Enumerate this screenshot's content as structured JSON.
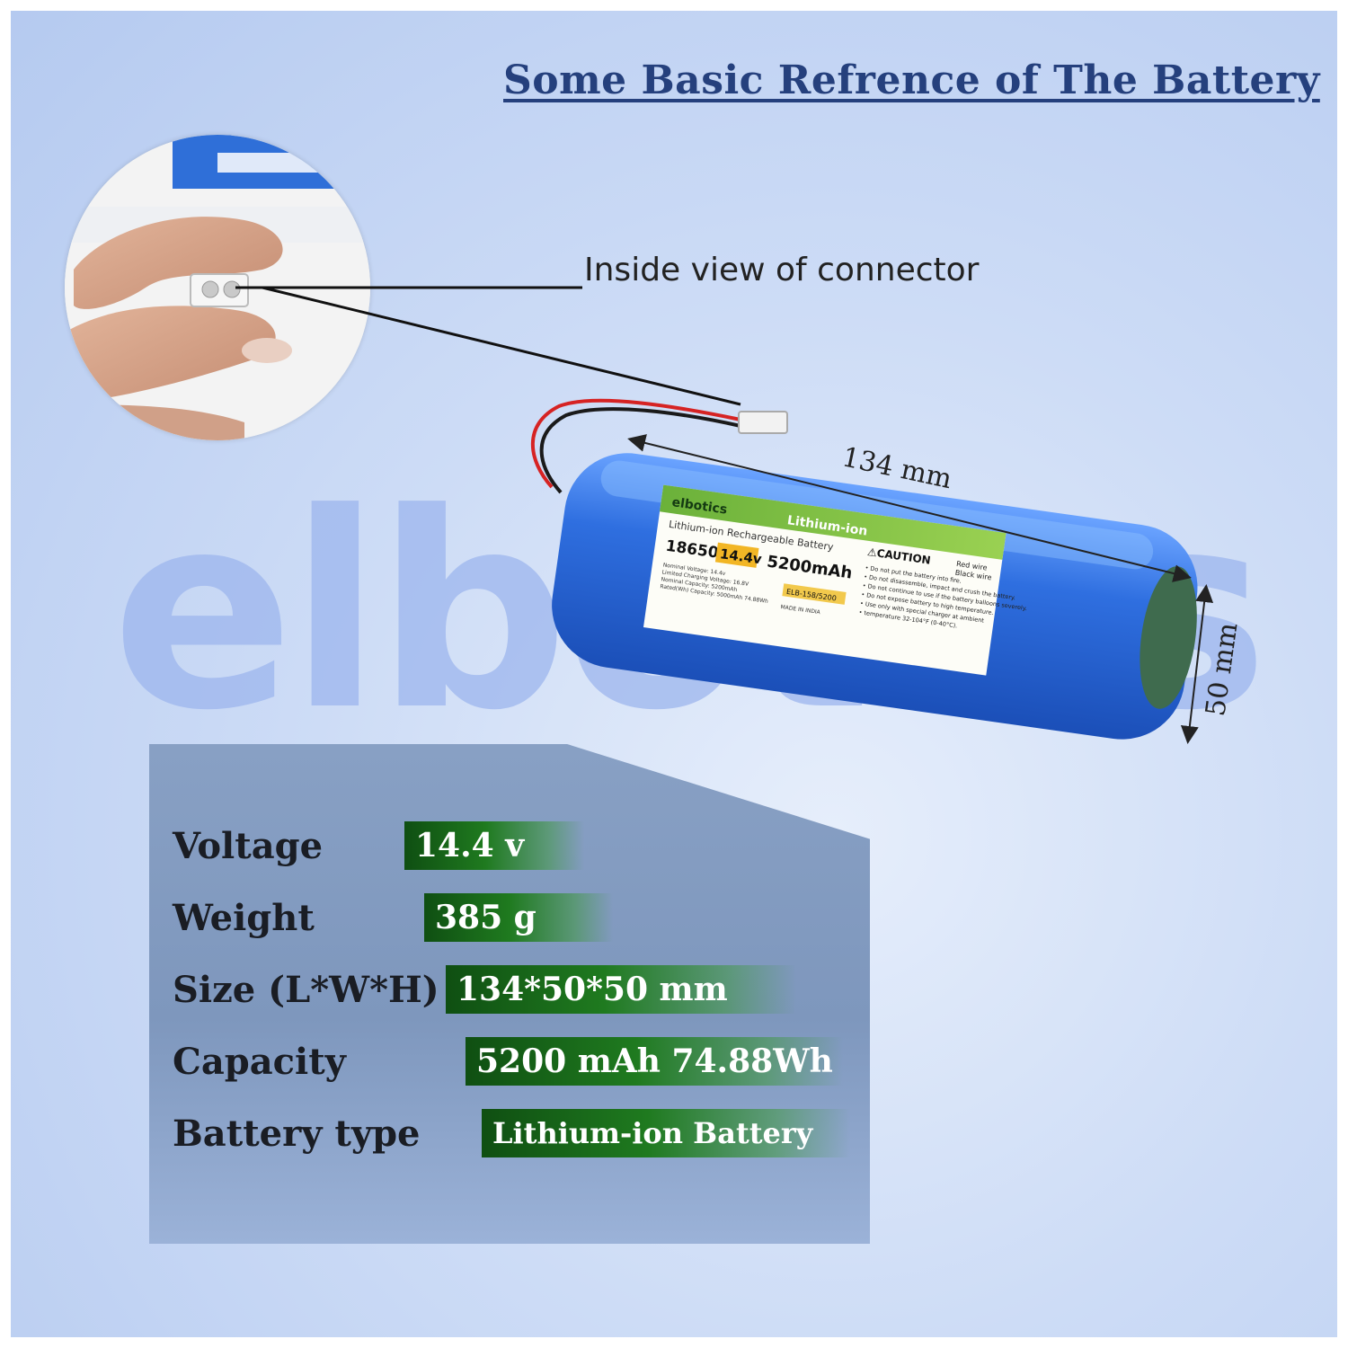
{
  "title": "Some Basic Refrence of The Battery",
  "watermark": "elbotics",
  "connector_callout": {
    "label": "Inside view of connector"
  },
  "dimensions": {
    "length": "134 mm",
    "width": "50 mm"
  },
  "battery_label": {
    "brand": "elbotics",
    "chemistry_banner": "Lithium-ion",
    "subtitle": "Lithium-ion Rechargeable Battery",
    "cell_type": "18650",
    "voltage": "14.4v",
    "capacity": "5200mAh",
    "caution_title": "⚠CAUTION",
    "red_wire": "Red wire",
    "black_wire": "Black wire",
    "model": "ELB-158/5200",
    "made_in": "MADE IN INDIA",
    "specs_lines": [
      "Nominal Voltage: 14.4v",
      "Limited Charging Voltage: 16.8V",
      "Nominal Capacity: 5200mAh",
      "Rated(Wh) Capacity: 5000mAh 74.88Wh"
    ],
    "caution_lines": [
      "• Do not put the battery into fire.",
      "• Do not disassemble, impact and crush the battery.",
      "• Do not continue to use if the battery balloons severely.",
      "• Do not expose battery to high temperature.",
      "• Use only with special charger at ambient",
      "• temperature 32-104°F (0-40°C)."
    ]
  },
  "specs": [
    {
      "label": "Voltage",
      "value": "14.4 v"
    },
    {
      "label": "Weight",
      "value": "385 g"
    },
    {
      "label": "Size (L*W*H)",
      "value": "134*50*50 mm"
    },
    {
      "label": "Capacity",
      "value": "5200 mAh 74.88Wh"
    },
    {
      "label": "Battery type",
      "value": "Lithium-ion Battery"
    }
  ],
  "colors": {
    "title": "#25407d",
    "battery_blue": "#2f6fe0",
    "label_green": "#7fc241",
    "value_bar": "#1f7a1f",
    "panel": "#7e97bd"
  }
}
